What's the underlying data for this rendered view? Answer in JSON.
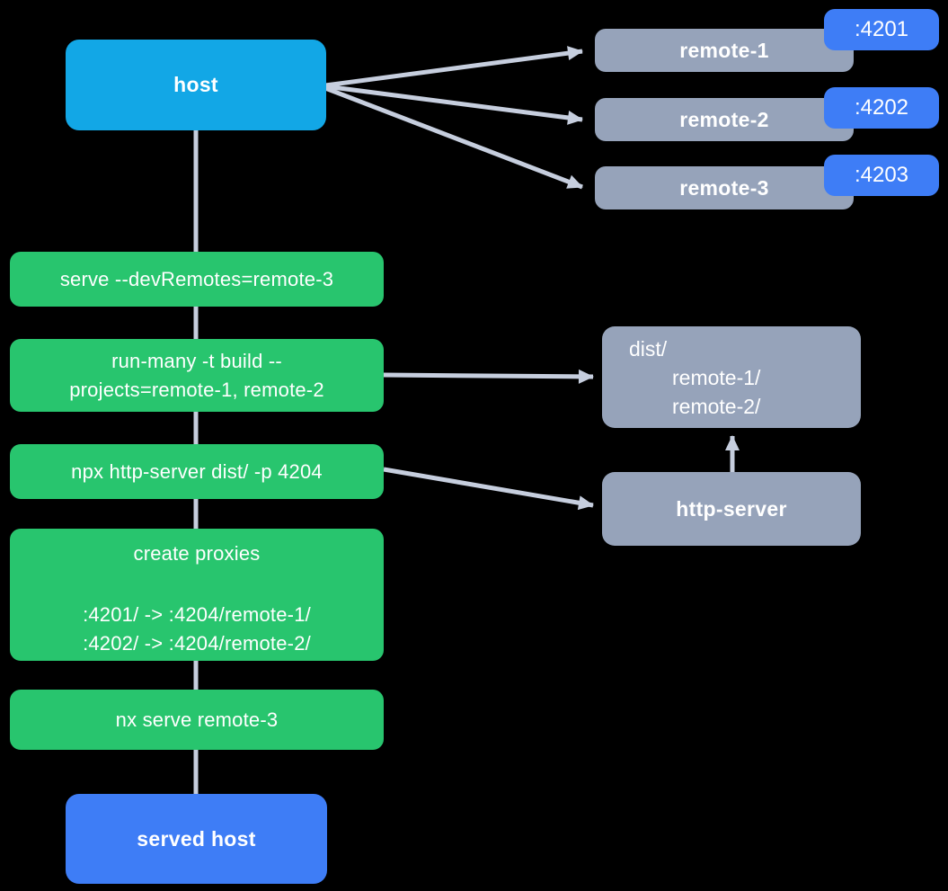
{
  "palette": {
    "background": "#000000",
    "host_blue": "#12A7E6",
    "green": "#28C56E",
    "gray": "#96A3BA",
    "blue": "#3E7DF6",
    "edge": "#C6CEDE",
    "text": "#FFFFFF"
  },
  "host": {
    "label": "host"
  },
  "remotes": [
    {
      "label": "remote-1",
      "port": ":4201"
    },
    {
      "label": "remote-2",
      "port": ":4202"
    },
    {
      "label": "remote-3",
      "port": ":4203"
    }
  ],
  "steps": {
    "serve": {
      "label": "serve --devRemotes=remote-3"
    },
    "run_many": {
      "line1": "run-many -t build --",
      "line2": "projects=remote-1, remote-2"
    },
    "http_server_cmd": {
      "label": "npx http-server dist/ -p 4204"
    },
    "proxies": {
      "title": "create proxies",
      "map1": ":4201/ -> :4204/remote-1/",
      "map2": ":4202/ -> :4204/remote-2/"
    },
    "nx_serve": {
      "label": "nx serve remote-3"
    }
  },
  "dist": {
    "line1": "dist/",
    "line2": "remote-1/",
    "line3": "remote-2/"
  },
  "http_server": {
    "label": "http-server"
  },
  "served_host": {
    "label": "served host"
  }
}
